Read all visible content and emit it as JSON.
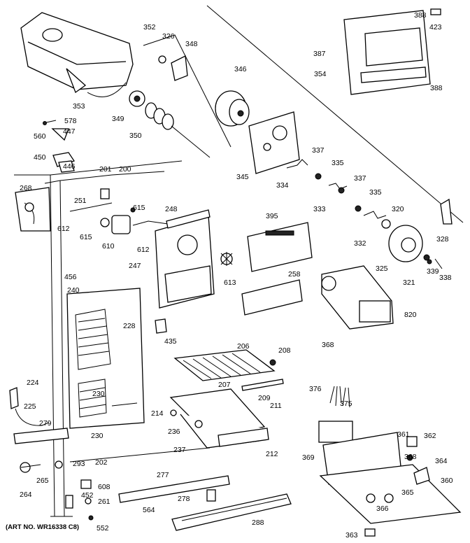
{
  "art_number": "(ART NO. WR16338 C8)",
  "callouts": [
    "352",
    "326",
    "348",
    "346",
    "388",
    "423",
    "387",
    "354",
    "388",
    "353",
    "349",
    "350",
    "578",
    "447",
    "560",
    "450",
    "446",
    "337",
    "345",
    "334",
    "335",
    "337",
    "333",
    "335",
    "320",
    "201",
    "200",
    "268",
    "251",
    "615",
    "248",
    "395",
    "612",
    "615",
    "610",
    "612",
    "328",
    "332",
    "247",
    "613",
    "325",
    "321",
    "339",
    "338",
    "456",
    "258",
    "240",
    "820",
    "228",
    "435",
    "368",
    "206",
    "208",
    "207",
    "224",
    "209",
    "211",
    "376",
    "375",
    "225",
    "279",
    "230",
    "236",
    "214",
    "230",
    "361",
    "362",
    "237",
    "212",
    "369",
    "368",
    "293",
    "202",
    "364",
    "265",
    "264",
    "277",
    "608",
    "360",
    "452",
    "261",
    "278",
    "564",
    "365",
    "366",
    "552",
    "288",
    "363"
  ]
}
